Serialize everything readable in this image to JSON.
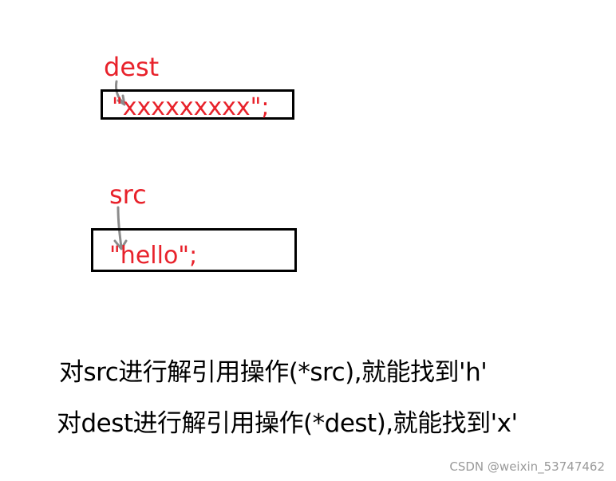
{
  "dest": {
    "label": "dest",
    "value": "\"xxxxxxxxx\";"
  },
  "src": {
    "label": "src",
    "value": "\"hello\";"
  },
  "captions": [
    "对src进行解引用操作(*src),就能找到'h'",
    "对dest进行解引用操作(*dest),就能找到'x'"
  ],
  "watermark": "CSDN @weixin_53747462",
  "colors": {
    "text_red": "#e8222b",
    "box_border": "#000000",
    "arrow_gray": "#8c8c8c",
    "caption": "#000000",
    "watermark": "#9a9a9a"
  }
}
